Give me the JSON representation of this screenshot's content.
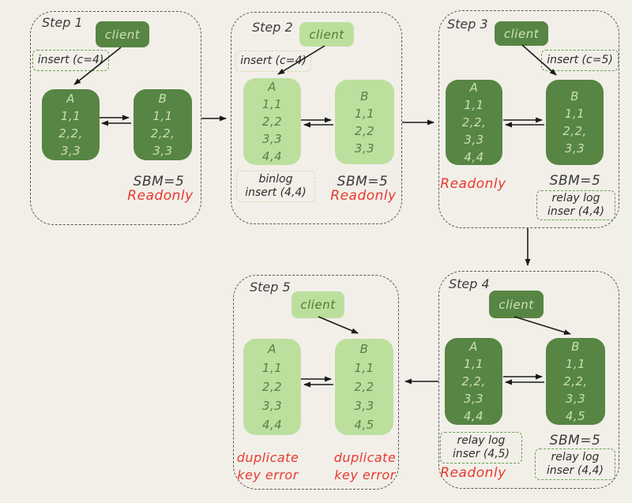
{
  "colors": {
    "background": "#f2efe9",
    "dark_green_fill": "#578543",
    "dark_green_text": "#cbdfb2",
    "light_green_fill": "#bcdf9e",
    "light_green_text": "#5f7c46",
    "note_border_green": "#64a04a",
    "note_border_light_green": "#c3e2a6",
    "error_red": "#e8392e",
    "step_border_gray": "#5b5b5b",
    "arrow_black": "#1a1a1a"
  },
  "steps": [
    {
      "label": "Step 1",
      "theme": "dark",
      "client": "client",
      "insert_note": "insert (c=4)",
      "node_a": {
        "title": "A",
        "rows": [
          "1,1",
          "2,2,",
          "3,3"
        ]
      },
      "node_b": {
        "title": "B",
        "rows": [
          "1,1",
          "2,2,",
          "3,3"
        ]
      },
      "sbm": "SBM=5",
      "readonly": "Readonly"
    },
    {
      "label": "Step 2",
      "theme": "light",
      "client": "client",
      "insert_note": "insert (c=4)",
      "node_a": {
        "title": "A",
        "rows": [
          "1,1",
          "2,2",
          "3,3",
          "4,4"
        ]
      },
      "node_b": {
        "title": "B",
        "rows": [
          "1,1",
          "2,2",
          "3,3"
        ]
      },
      "binlog_note": [
        "binlog",
        "insert (4,4)"
      ],
      "sbm": "SBM=5",
      "readonly": "Readonly"
    },
    {
      "label": "Step 3",
      "theme": "dark",
      "client": "client",
      "insert_note": "insert (c=5)",
      "node_a": {
        "title": "A",
        "rows": [
          "1,1",
          "2,2,",
          "3,3",
          "4,4"
        ]
      },
      "node_b": {
        "title": "B",
        "rows": [
          "1,1",
          "2,2,",
          "3,3"
        ]
      },
      "readonly": "Readonly",
      "sbm": "SBM=5",
      "relay_note_b": [
        "relay log",
        "inser (4,4)"
      ]
    },
    {
      "label": "Step 4",
      "theme": "dark",
      "client": "client",
      "node_a": {
        "title": "A",
        "rows": [
          "1,1",
          "2,2,",
          "3,3",
          "4,4"
        ]
      },
      "node_b": {
        "title": "B",
        "rows": [
          "1,1",
          "2,2,",
          "3,3",
          "4,5"
        ]
      },
      "relay_note_a": [
        "relay log",
        "inser (4,5)"
      ],
      "readonly": "Readonly",
      "sbm": "SBM=5",
      "relay_note_b": [
        "relay log",
        "inser (4,4)"
      ]
    },
    {
      "label": "Step 5",
      "theme": "light",
      "client": "client",
      "node_a": {
        "title": "A",
        "rows": [
          "1,1",
          "2,2",
          "3,3",
          "4,4"
        ]
      },
      "node_b": {
        "title": "B",
        "rows": [
          "1,1",
          "2,2",
          "3,3",
          "4,5"
        ]
      },
      "dup_a": [
        "duplicate",
        "key error"
      ],
      "dup_b": [
        "duplicate",
        "key error"
      ]
    }
  ]
}
